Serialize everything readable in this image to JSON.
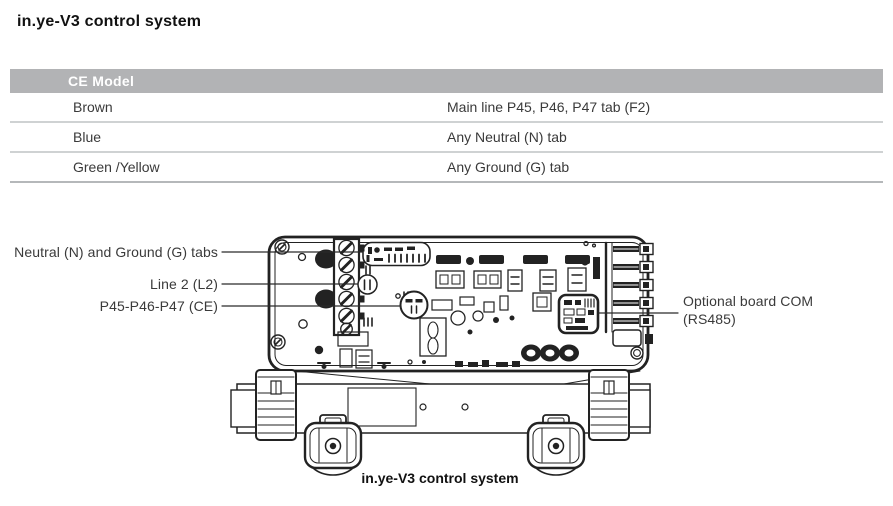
{
  "title": "in.ye-V3 control system",
  "table": {
    "header": "CE Model",
    "rows": [
      {
        "wire": "Brown",
        "target": "Main line P45, P46, P47 tab (F2)"
      },
      {
        "wire": "Blue",
        "target": "Any Neutral (N) tab"
      },
      {
        "wire": "Green /Yellow",
        "target": "Any Ground (G) tab"
      }
    ]
  },
  "diagram": {
    "caption": "in.ye-V3 control system",
    "callouts": {
      "neutral_ground_tabs": "Neutral (N) and Ground (G) tabs",
      "line2": "Line 2 (L2)",
      "p45_p46_p47": "P45-P46-P47 (CE)",
      "optional_com_line1": "Optional board COM",
      "optional_com_line2": "(RS485)"
    }
  },
  "colors": {
    "table_header_bg": "#b2b3b5",
    "table_header_text": "#ffffff",
    "row_divider": "#cfd2d3",
    "body_text": "#3a3a3a",
    "line_art": "#222222"
  }
}
